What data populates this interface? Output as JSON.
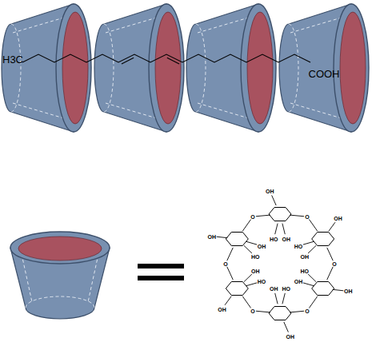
{
  "diagram": {
    "labels": [
      "H3C",
      "COOH",
      "OH",
      "HO",
      "OH",
      "O",
      "OH",
      "HO",
      "OH",
      "O",
      "OH",
      "HO",
      "OH",
      "O",
      "OH",
      "HO",
      "OH",
      "O",
      "OH",
      "HO",
      "OH",
      "O",
      "OH",
      "HO",
      "OH",
      "O"
    ]
  }
}
